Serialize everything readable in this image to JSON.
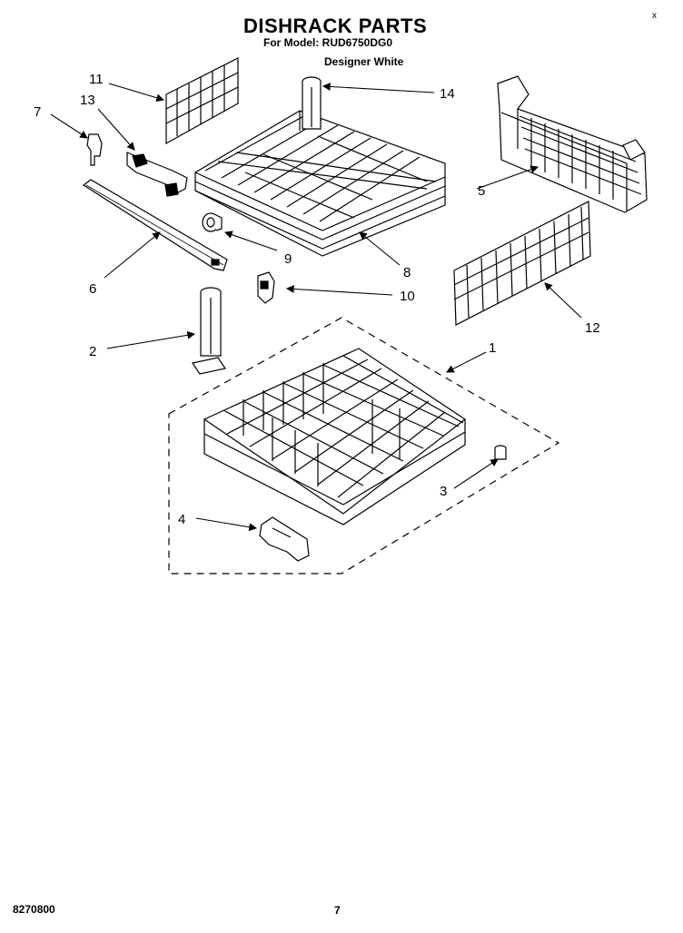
{
  "header": {
    "title": "DISHRACK PARTS",
    "model_line": "For Model: RUD6750DG0",
    "variant": "Designer White",
    "corner_mark": "x"
  },
  "footer": {
    "doc_code": "8270800",
    "page_number": "7"
  },
  "callouts": [
    "1",
    "2",
    "3",
    "4",
    "5",
    "6",
    "7",
    "8",
    "9",
    "10",
    "11",
    "12",
    "13",
    "14"
  ]
}
